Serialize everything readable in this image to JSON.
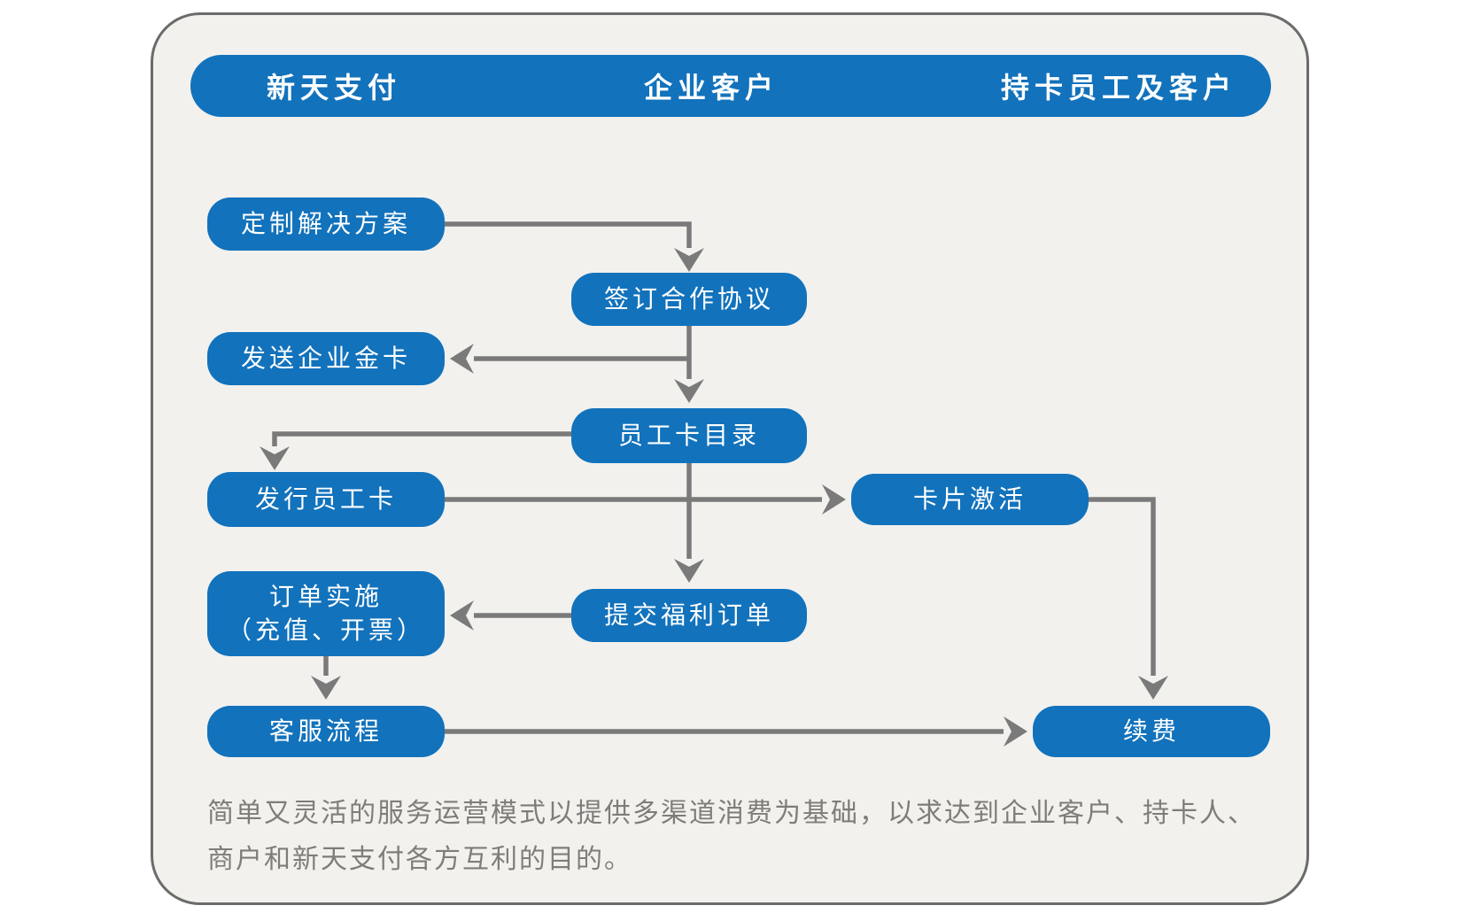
{
  "header": {
    "lanes": [
      {
        "label": "新天支付"
      },
      {
        "label": "企业客户"
      },
      {
        "label": "持卡员工及客户"
      }
    ]
  },
  "nodes": [
    {
      "id": "custom-solution",
      "label": "定制解决方案"
    },
    {
      "id": "sign-agreement",
      "label": "签订合作协议"
    },
    {
      "id": "send-gold-card",
      "label": "发送企业金卡"
    },
    {
      "id": "employee-card-catalog",
      "label": "员工卡目录"
    },
    {
      "id": "issue-employee-card",
      "label": "发行员工卡"
    },
    {
      "id": "card-activation",
      "label": "卡片激活"
    },
    {
      "id": "order-implementation",
      "label": "订单实施",
      "label2": "（充值、开票）"
    },
    {
      "id": "submit-benefit-order",
      "label": "提交福利订单"
    },
    {
      "id": "customer-service",
      "label": "客服流程"
    },
    {
      "id": "renewal",
      "label": "续费"
    }
  ],
  "edges": [
    {
      "from": "custom-solution",
      "to": "sign-agreement"
    },
    {
      "from": "sign-agreement",
      "to": "send-gold-card"
    },
    {
      "from": "sign-agreement",
      "to": "employee-card-catalog"
    },
    {
      "from": "employee-card-catalog",
      "to": "issue-employee-card"
    },
    {
      "from": "employee-card-catalog",
      "to": "submit-benefit-order"
    },
    {
      "from": "issue-employee-card",
      "to": "card-activation"
    },
    {
      "from": "card-activation",
      "to": "renewal"
    },
    {
      "from": "submit-benefit-order",
      "to": "order-implementation"
    },
    {
      "from": "order-implementation",
      "to": "customer-service"
    },
    {
      "from": "customer-service",
      "to": "renewal"
    }
  ],
  "footer": {
    "lines": [
      "简单又灵活的服务运营模式以提供多渠道消费为基础，以求达到企业客户、持卡人、",
      "商户和新天支付各方互利的目的。"
    ]
  },
  "colors": {
    "accent_blue": "#1272bc",
    "arrow_gray": "#7a7a7a",
    "frame_border": "#6b6b6b",
    "frame_bg": "#f2f1ee",
    "footer_text": "#7f7d79",
    "node_text": "#ffffff"
  }
}
